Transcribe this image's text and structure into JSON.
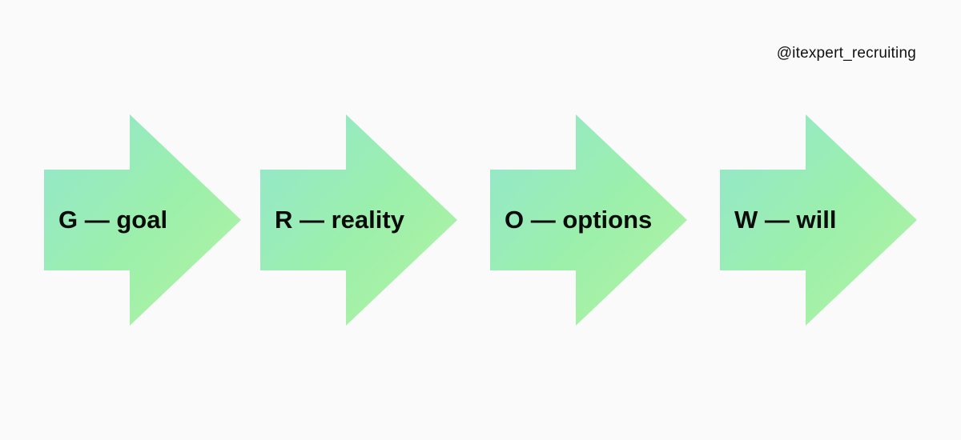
{
  "handle": "@itexpert_recruiting",
  "colors": {
    "background": "#fafafa",
    "arrow_gradient_start": "#93e6cf",
    "arrow_gradient_mid": "#9cf0aa",
    "arrow_gradient_end": "#b6f2a4",
    "text": "#0b0b0b"
  },
  "steps": [
    {
      "label": "G — goal"
    },
    {
      "label": "R — reality"
    },
    {
      "label": "O — options"
    },
    {
      "label": "W — will"
    }
  ]
}
